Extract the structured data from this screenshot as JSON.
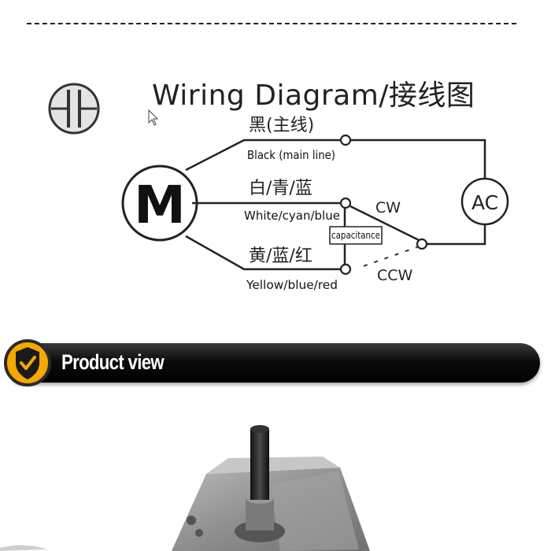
{
  "diagram": {
    "title": "Wiring Diagram/接线图",
    "motor_label": "M",
    "power_label": "AC",
    "capacitor_label": "capacitance",
    "wires": [
      {
        "cn": "黑(主线)",
        "en": "Black (main line)"
      },
      {
        "cn": "白/青/蓝",
        "en": "White/cyan/blue"
      },
      {
        "cn": "黄/蓝/红",
        "en": "Yellow/blue/red"
      }
    ],
    "directions": {
      "cw": "CW",
      "ccw": "CCW"
    }
  },
  "section": {
    "title": "Product view",
    "icon": "shield-check-icon",
    "accent": "#f5a800"
  },
  "icons": {
    "capacitor_symbol": "capacitor-symbol-icon",
    "cursor": "mouse-cursor-icon"
  }
}
